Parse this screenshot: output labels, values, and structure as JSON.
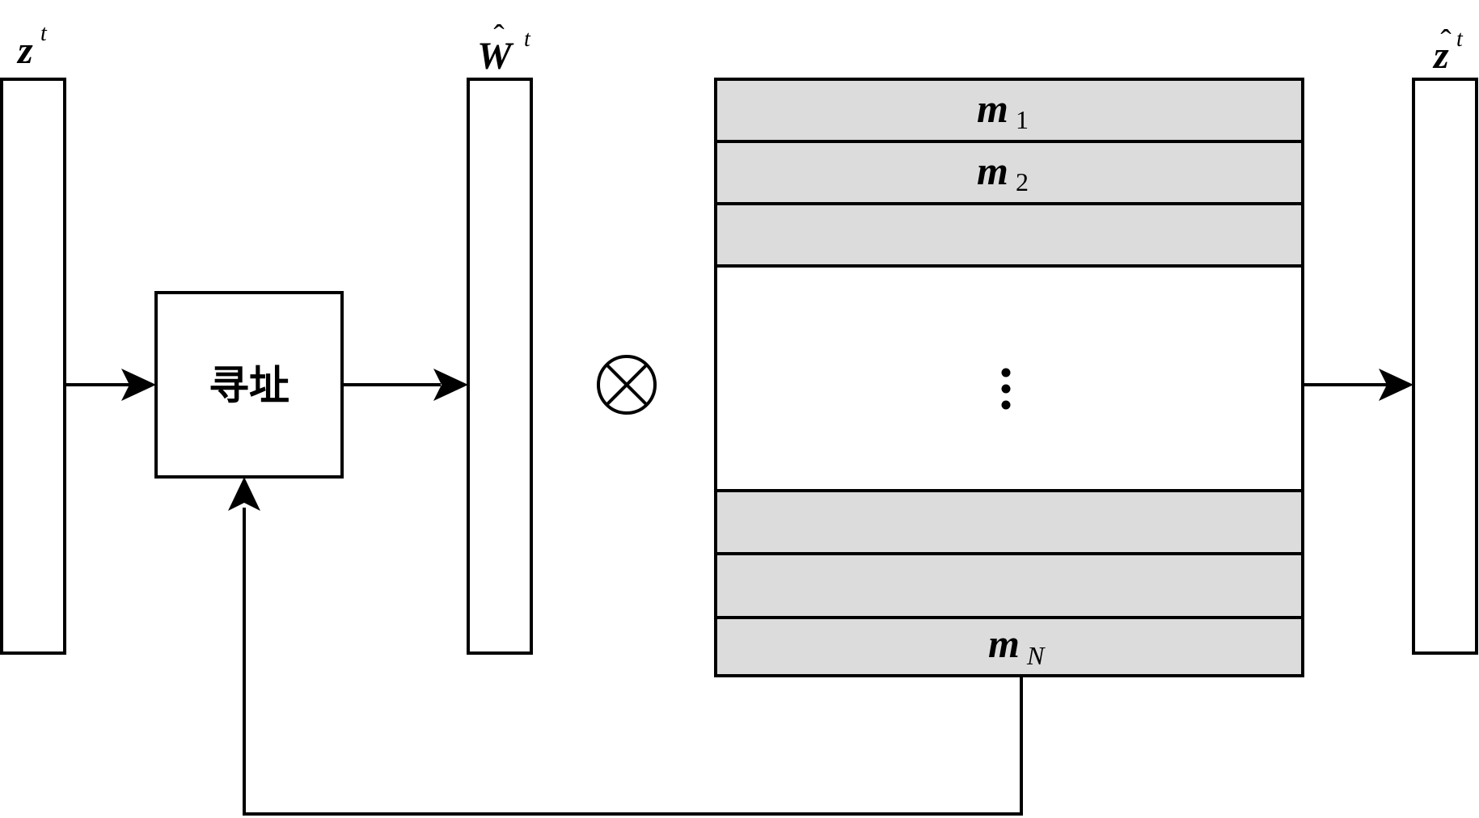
{
  "labels": {
    "input": {
      "base": "z",
      "sup": "t"
    },
    "weights": {
      "base": "W",
      "hat": "ˆ",
      "sup": "t"
    },
    "output": {
      "base": "z",
      "hat": "ˆ",
      "sup": "t"
    },
    "addressing": "寻址",
    "operator": "⊗",
    "memory_rows": [
      {
        "base": "m",
        "sub": "1"
      },
      {
        "base": "m",
        "sub": "2"
      },
      {
        "base": "m",
        "sub": "N"
      }
    ],
    "ellipsis": "⋮"
  },
  "colors": {
    "memory_row_fill": "#dcdcdc",
    "stroke": "#000000",
    "background": "#ffffff"
  }
}
